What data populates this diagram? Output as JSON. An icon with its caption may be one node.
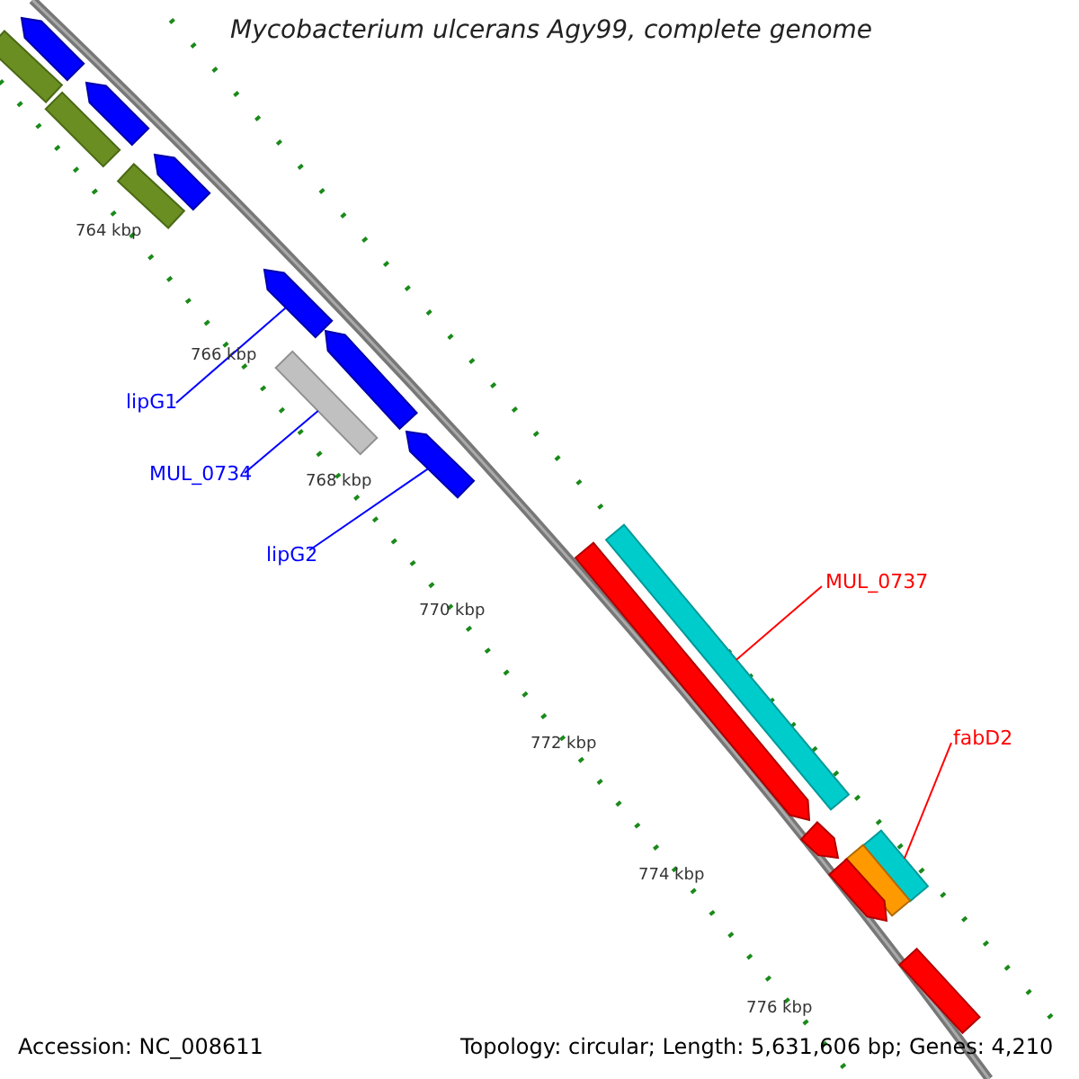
{
  "diagram": {
    "title": "Mycobacterium ulcerans Agy99, complete genome",
    "nodes": [
      {
        "text": [
          "lipG1"
        ]
      },
      {
        "text": [
          "MUL_0734"
        ]
      },
      {
        "text": [
          "lipG2"
        ]
      },
      {
        "text": [
          "MUL_0737"
        ]
      },
      {
        "text": [
          "fabD2"
        ]
      },
      {
        "text": [],
        "shape": "arrow"
      },
      {
        "text": [],
        "shape": "bar"
      },
      {
        "text": [],
        "shape": "arrow"
      },
      {
        "text": [],
        "shape": "bar"
      },
      {
        "text": [],
        "shape": "arrow"
      },
      {
        "text": [],
        "shape": "bar"
      },
      {
        "text": [],
        "shape": "arrow"
      },
      {
        "text": [],
        "shape": "arrow"
      },
      {
        "text": [],
        "shape": "bar"
      },
      {
        "text": [],
        "shape": "arrow"
      },
      {
        "text": [],
        "shape": "bar"
      },
      {
        "text": [],
        "shape": "arrow"
      },
      {
        "text": [],
        "shape": "arrow"
      },
      {
        "text": [],
        "shape": "bar"
      },
      {
        "text": [],
        "shape": "bar"
      },
      {
        "text": [],
        "shape": "arrow"
      },
      {
        "text": [],
        "shape": "bar"
      }
    ],
    "edges": [
      {
        "from": 0,
        "to": 11,
        "arrow": "none"
      },
      {
        "from": 1,
        "to": 13,
        "arrow": "none"
      },
      {
        "from": 2,
        "to": 14,
        "arrow": "none"
      },
      {
        "from": 3,
        "to": 15,
        "arrow": "none",
        "color": "#ff0000"
      },
      {
        "from": 4,
        "to": 18,
        "arrow": "none",
        "color": "#ff0000"
      }
    ],
    "labels": [
      "764 kbp",
      "766 kbp",
      "768 kbp",
      "770 kbp",
      "772 kbp",
      "774 kbp",
      "776 kbp",
      "Accession: NC_008611",
      "Topology: circular; Length: 5,631,606 bp; Genes: 4,210"
    ]
  }
}
